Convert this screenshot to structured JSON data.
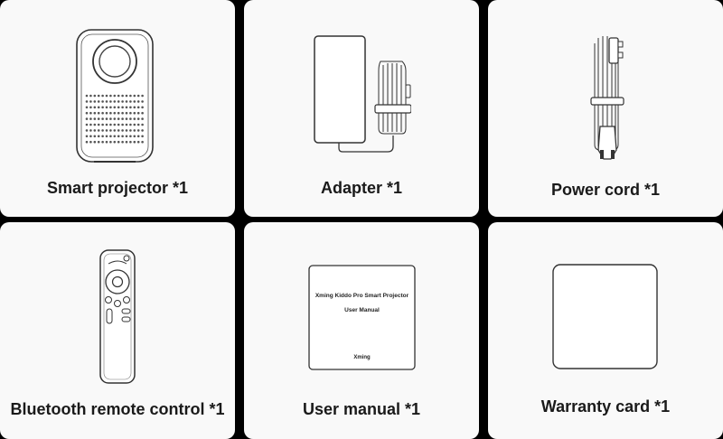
{
  "items": [
    {
      "label": "Smart projector *1",
      "icon": "projector-icon"
    },
    {
      "label": "Adapter *1",
      "icon": "adapter-icon"
    },
    {
      "label": "Power cord *1",
      "icon": "power-cord-icon"
    },
    {
      "label": "Bluetooth remote control *1",
      "icon": "remote-control-icon"
    },
    {
      "label": "User manual *1",
      "icon": "user-manual-icon"
    },
    {
      "label": "Warranty card *1",
      "icon": "warranty-card-icon"
    }
  ],
  "manual": {
    "title": "Xming Kiddo Pro Smart Projector",
    "subtitle": "User Manual",
    "brand": "Xming"
  }
}
